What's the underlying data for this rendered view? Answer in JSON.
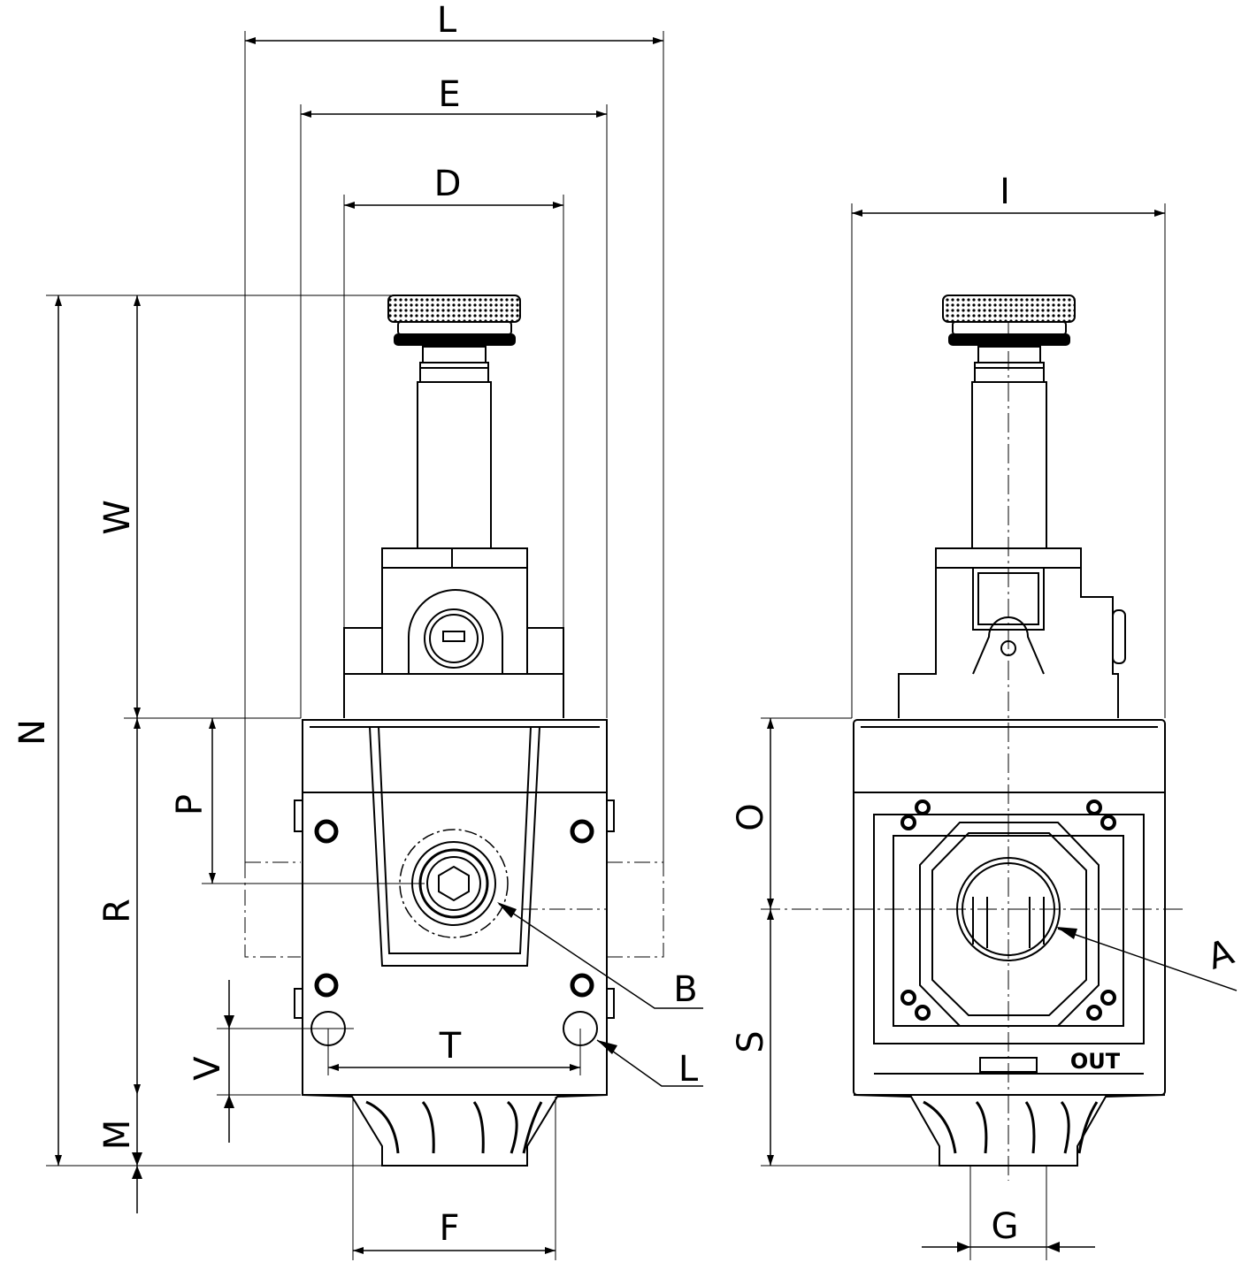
{
  "dimension_labels": {
    "L_overall": "L",
    "E": "E",
    "D": "D",
    "I": "I",
    "N": "N",
    "W": "W",
    "P": "P",
    "R": "R",
    "V": "V",
    "M": "M",
    "T": "T",
    "F": "F",
    "O": "O",
    "S": "S",
    "G": "G"
  },
  "callouts": {
    "A": "A",
    "B": "B",
    "L_hole": "L"
  },
  "port_label": "OUT"
}
